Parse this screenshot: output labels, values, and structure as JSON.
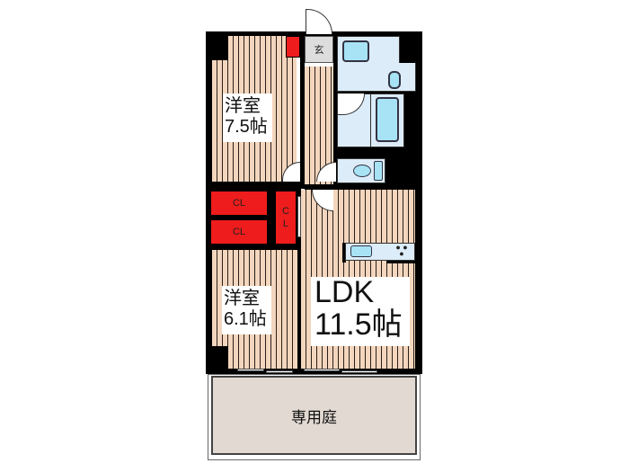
{
  "floorplan": {
    "rooms": {
      "western_room_1": {
        "name": "洋室",
        "size": "7.5帖"
      },
      "western_room_2": {
        "name": "洋室",
        "size": "6.1帖"
      },
      "ldk": {
        "name": "LDK",
        "size": "11.5帖"
      },
      "private_garden": {
        "name": "専用庭"
      },
      "entrance": {
        "name": "玄"
      }
    },
    "closets": [
      {
        "label": "CL"
      },
      {
        "label": "CL"
      },
      {
        "label": "C\nL"
      }
    ],
    "colors": {
      "wall": "#000000",
      "floor_wood": "#f3d6bd",
      "closet": "#ee1c1c",
      "wet_area": "#dcecf8",
      "fixture": "#a7e3f5",
      "garden": "#e2dad2"
    }
  }
}
